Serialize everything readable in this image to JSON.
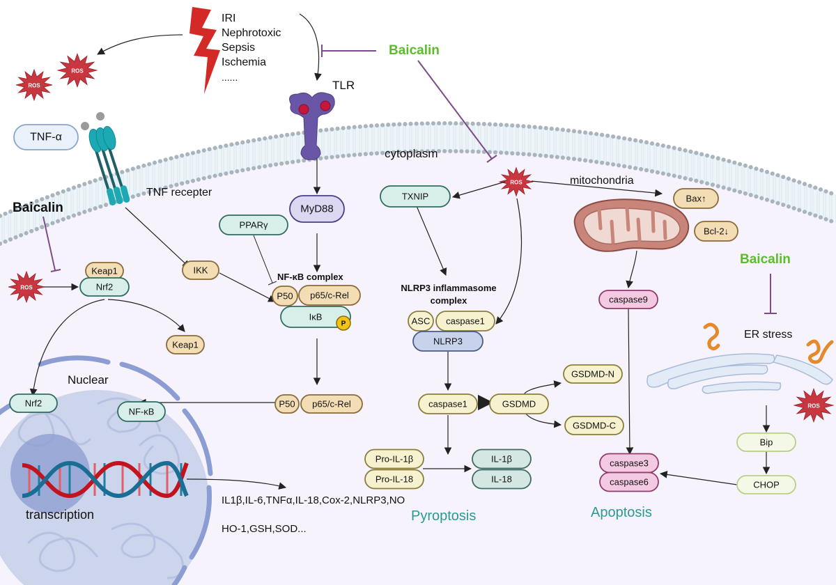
{
  "colors": {
    "baicalin_green": "#5cbd2b",
    "inhibit_purple": "#7d4a8a",
    "ros_red": "#c8373f",
    "teal_fill": "#d8efe9",
    "teal_stroke": "#2f6b62",
    "tan_fill": "#f2ddb4",
    "tan_stroke": "#8a6a3a",
    "cream_fill": "#f6f1cf",
    "cream_stroke": "#8a7d3a",
    "pink_fill": "#f4c9e2",
    "pink_stroke": "#8f3b6e",
    "lavender_fill": "#ddd8f2",
    "lavender_stroke": "#4a3f85",
    "nlrp3_fill": "#c8d2ea",
    "pyroptosis_teal": "#2a9a93",
    "apoptosis_teal": "#2a9a93",
    "cytoplasm_bg": "#f6f3fc"
  },
  "stressors": {
    "items": [
      "IRI",
      "Nephrotoxic",
      "Sepsis",
      "Ischemia",
      "......"
    ]
  },
  "ros_label": "ROS",
  "baicalin_label": "Baicalin",
  "labels": {
    "tlr": "TLR",
    "tnf_alpha": "TNF-α",
    "tnf_receptor": "TNF recepter",
    "cytoplasm": "cytoplasm",
    "mitochondria": "mitochondria",
    "nfkb_complex": "NF-κB complex",
    "nlrp3_complex_line1": "NLRP3 inflammasome",
    "nlrp3_complex_line2": "complex",
    "er_stress": "ER stress",
    "nuclear": "Nuclear",
    "transcription": "transcription",
    "pyroptosis": "Pyroptosis",
    "apoptosis": "Apoptosis",
    "inflammatory_genes": "IL1β,IL-6,TNFα,IL-18,Cox-2,NLRP3,NO",
    "antioxidant_genes": "HO-1,GSH,SOD..."
  },
  "pills": {
    "myd88": "MyD88",
    "ppar": "PPARγ",
    "ikk": "IKK",
    "keap1_bound": "Keap1",
    "nrf2_cyto": "Nrf2",
    "keap1_free": "Keap1",
    "p50": "P50",
    "p65": "p65/c-Rel",
    "ikb": "IκB",
    "phospho": "P",
    "p50_b": "P50",
    "p65_b": "p65/c-Rel",
    "nrf2_nuc": "Nrf2",
    "nfkb_nuc": "NF-κB",
    "txnip": "TXNIP",
    "asc": "ASC",
    "caspase1_complex": "caspase1",
    "nlrp3": "NLRP3",
    "caspase1": "caspase1",
    "gsdmd": "GSDMD",
    "gsdmd_n": "GSDMD-N",
    "gsdmd_c": "GSDMD-C",
    "pro_il1b": "Pro-IL-1β",
    "pro_il18": "Pro-IL-18",
    "il1b": "IL-1β",
    "il18": "IL-18",
    "bax": "Bax↑",
    "bcl2": "Bcl-2↓",
    "caspase9": "caspase9",
    "caspase3": "caspase3",
    "caspase6": "caspase6",
    "bip": "Bip",
    "chop": "CHOP"
  }
}
